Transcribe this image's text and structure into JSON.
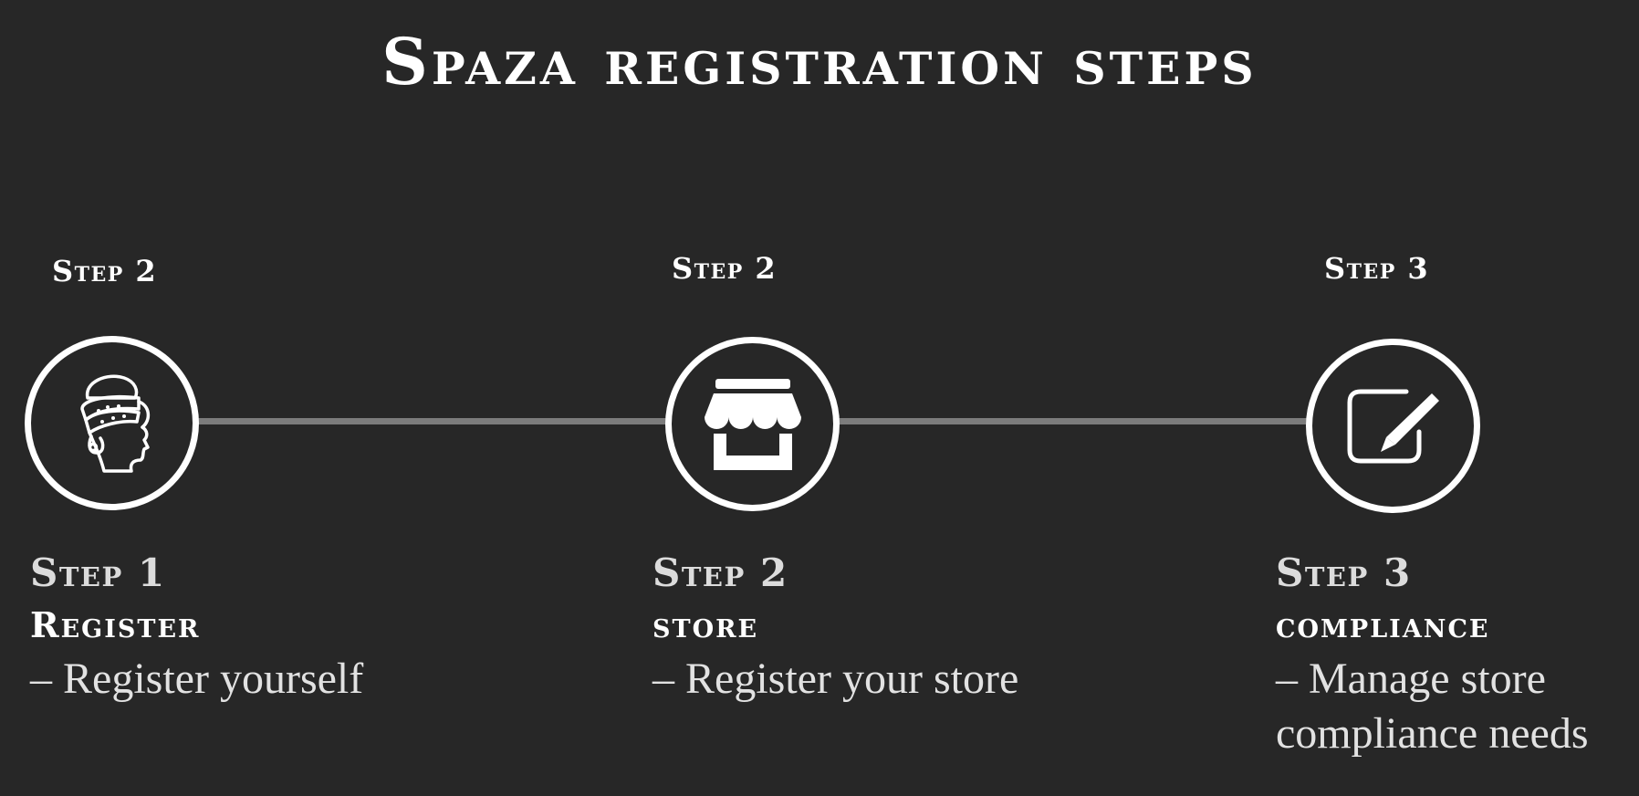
{
  "title": "Spaza registration steps",
  "steps": [
    {
      "top_label": "Step 2",
      "heading": "Step 1",
      "name": "Register",
      "description": "– Register yourself",
      "icon": "person-headwrap-icon"
    },
    {
      "top_label": "Step 2",
      "heading": "Step 2",
      "name": "store",
      "description": "– Register your store",
      "icon": "storefront-icon"
    },
    {
      "top_label": "Step 3",
      "heading": "Step 3",
      "name": "compliance",
      "description": "– Manage store compliance needs",
      "icon": "edit-pencil-icon"
    }
  ],
  "colors": {
    "background": "#272727",
    "circle_stroke": "#ffffff",
    "connector": "#7c7c7c",
    "heading_text": "#dcdcdc",
    "body_text": "#e2e2e2"
  }
}
